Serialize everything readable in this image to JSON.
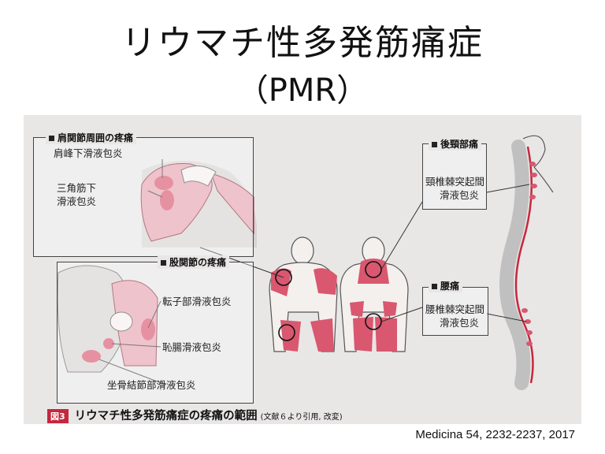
{
  "title": {
    "line1": "リウマチ性多発筋痛症",
    "line2": "（PMR）"
  },
  "figure": {
    "shoulder": {
      "header": "肩関節周囲の疼痛",
      "labels": [
        "肩峰下滑液包炎",
        "三角筋下",
        "滑液包炎"
      ]
    },
    "hip": {
      "header": "股関節の疼痛",
      "labels": [
        "転子部滑液包炎",
        "恥腸滑液包炎",
        "坐骨結節部滑液包炎"
      ]
    },
    "neck": {
      "header": "後頸部痛",
      "labels": [
        "頸椎棘突起間",
        "滑液包炎"
      ]
    },
    "lumbar": {
      "header": "腰痛",
      "labels": [
        "腰椎棘突起間",
        "滑液包炎"
      ]
    },
    "caption": {
      "tag": "図3",
      "text": "リウマチ性多発筋痛症の疼痛の範囲",
      "note": "(文献６より引用, 改変)"
    },
    "colors": {
      "accent": "#c4283d",
      "pain": "#d9576f",
      "muscle": "#e7a3b1",
      "paper": "#e9e6e6"
    }
  },
  "citation": "Medicina 54, 2232-2237, 2017"
}
